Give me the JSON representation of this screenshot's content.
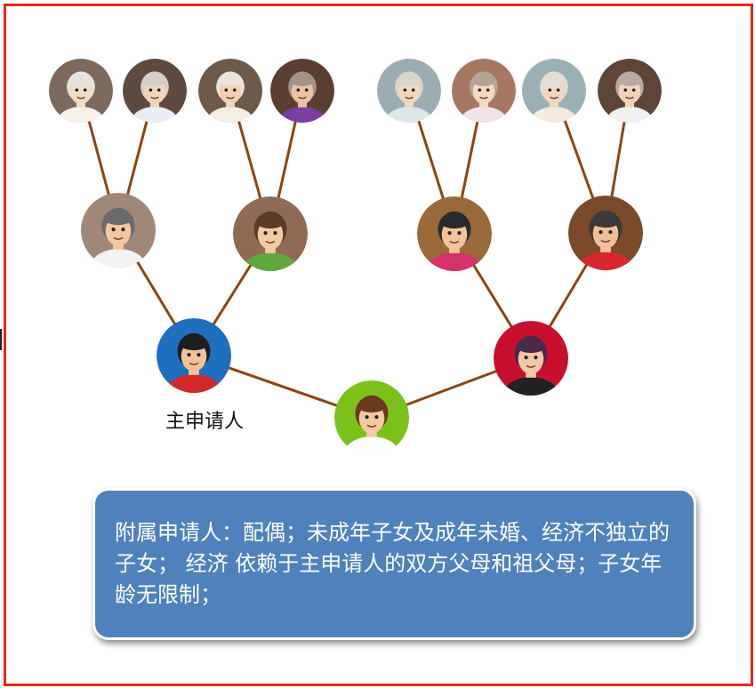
{
  "colors": {
    "frame": "#e8261c",
    "edge": "#8b4513",
    "box_bg": "#4f81bd",
    "box_text": "#ffffff",
    "label_text": "#111111"
  },
  "diagram": {
    "main_applicant_label": "主申请人",
    "info_text": "附属申请人：配偶；未成年子女及成年未婚、经济不独立的子女； 经济 依赖于主申请人的双方父母和祖父母；子女年龄无限制；"
  },
  "people": [
    {
      "id": "gp1",
      "role": "great-grandmother",
      "bg": "#7d6a5c",
      "skin": "#f3dcc4",
      "hair": "#e6e3de",
      "shirt": "#f5f0e8"
    },
    {
      "id": "gp2",
      "role": "great-grandmother",
      "bg": "#5e4a3e",
      "skin": "#f0d5bc",
      "hair": "#d7cfc7",
      "shirt": "#e8eef4"
    },
    {
      "id": "gp3",
      "role": "great-grandfather",
      "bg": "#6e5a48",
      "skin": "#f1d2b2",
      "hair": "#e9e4dc",
      "shirt": "#f4efe3"
    },
    {
      "id": "gp4",
      "role": "great-grandmother",
      "bg": "#5a3f30",
      "skin": "#eac2a0",
      "hair": "#a39386",
      "shirt": "#7a3fa0"
    },
    {
      "id": "gp5",
      "role": "great-grandfather",
      "bg": "#9aaeb2",
      "skin": "#f0d8bc",
      "hair": "#d9d4cc",
      "shirt": "#dfe6ea"
    },
    {
      "id": "gp6",
      "role": "great-grandmother",
      "bg": "#a67762",
      "skin": "#f3d9c0",
      "hair": "#b3a499",
      "shirt": "#f2e2ec"
    },
    {
      "id": "gp7",
      "role": "great-grandmother",
      "bg": "#9ab0b4",
      "skin": "#f1d7bf",
      "hair": "#e3ddd6",
      "shirt": "#f4eadf"
    },
    {
      "id": "gp8",
      "role": "great-grandmother",
      "bg": "#5d4538",
      "skin": "#f0d4ba",
      "hair": "#b7aca3",
      "shirt": "#f0f0f0"
    },
    {
      "id": "p1",
      "role": "grandfather",
      "bg": "#a08878",
      "skin": "#f2c8a0",
      "hair": "#6a6a6a",
      "shirt": "#f2f2f2"
    },
    {
      "id": "p2",
      "role": "grandmother",
      "bg": "#8f6b56",
      "skin": "#f3caa4",
      "hair": "#5a3c28",
      "shirt": "#5fa83e"
    },
    {
      "id": "p3",
      "role": "grandmother",
      "bg": "#9a6a3a",
      "skin": "#f2c49c",
      "hair": "#2a2a2a",
      "shirt": "#d6336c"
    },
    {
      "id": "p4",
      "role": "grandfather",
      "bg": "#7a4a2a",
      "skin": "#f0c09a",
      "hair": "#3a3a3a",
      "shirt": "#d8282c"
    },
    {
      "id": "c1",
      "role": "main-applicant",
      "bg": "#1f6fbf",
      "skin": "#f3c29a",
      "hair": "#1e1e1e",
      "shirt": "#d02a2a"
    },
    {
      "id": "c2",
      "role": "spouse",
      "bg": "#c8102e",
      "skin": "#f2c8a4",
      "hair": "#4a2a4a",
      "shirt": "#222222"
    },
    {
      "id": "k1",
      "role": "child",
      "bg": "#7ac21a",
      "skin": "#f3c9a2",
      "hair": "#6b3a1e",
      "shirt": "#ffffff"
    }
  ]
}
